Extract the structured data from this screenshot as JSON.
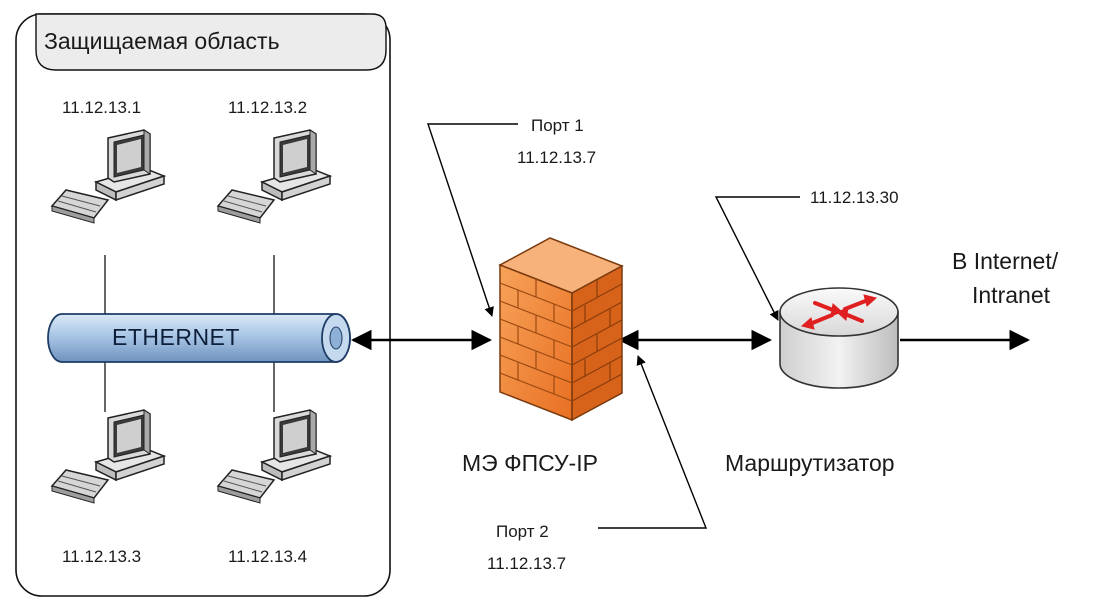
{
  "zone": {
    "title": "Защищаемая область"
  },
  "hosts": [
    {
      "ip": "11.12.13.1"
    },
    {
      "ip": "11.12.13.2"
    },
    {
      "ip": "11.12.13.3"
    },
    {
      "ip": "11.12.13.4"
    }
  ],
  "bus": {
    "label": "ETHERNET"
  },
  "firewall": {
    "label": "МЭ ФПСУ-IP",
    "port1": {
      "name": "Порт 1",
      "ip": "11.12.13.7"
    },
    "port2": {
      "name": "Порт 2",
      "ip": "11.12.13.7"
    }
  },
  "router": {
    "label": "Маршрутизатор",
    "ip": "11.12.13.30"
  },
  "uplink": {
    "line1": "В Internet/",
    "line2": "Intranet"
  },
  "colors": {
    "bus_fill": "#a9c6e6",
    "firewall_fill": "#f08a3c",
    "router_arrows": "#e02020",
    "router_body": "#dcdcdc"
  }
}
